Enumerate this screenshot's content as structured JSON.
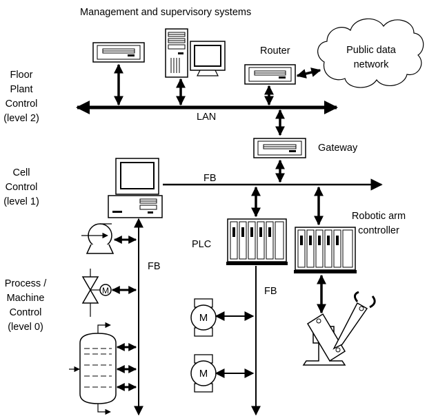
{
  "title": "Management and supervisory systems",
  "levels": {
    "level2": "Floor\nPlant\nControl\n(level 2)",
    "level1": "Cell\nControl\n(level 1)",
    "level0": "Process /\nMachine\nControl\n(level 0)"
  },
  "labels": {
    "router": "Router",
    "cloud": "Public data\nnetwork",
    "lan": "LAN",
    "gateway": "Gateway",
    "fb_cell": "FB",
    "fb_process": "FB",
    "fb_plc": "FB",
    "plc": "PLC",
    "robot": "Robotic arm\ncontroller",
    "motor1": "M",
    "motor2": "M"
  }
}
